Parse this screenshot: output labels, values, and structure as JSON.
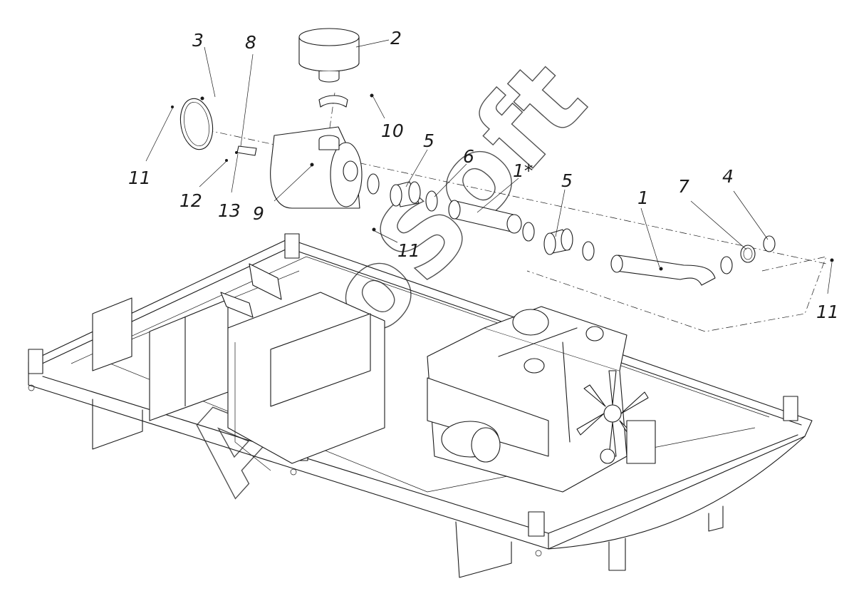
{
  "diagram": {
    "kind": "exploded assembly drawing",
    "callouts": [
      {
        "id": "c-1",
        "label": "1"
      },
      {
        "id": "c-1star",
        "label": "1*"
      },
      {
        "id": "c-2",
        "label": "2"
      },
      {
        "id": "c-3",
        "label": "3"
      },
      {
        "id": "c-4",
        "label": "4"
      },
      {
        "id": "c-5a",
        "label": "5"
      },
      {
        "id": "c-5b",
        "label": "5"
      },
      {
        "id": "c-6",
        "label": "6"
      },
      {
        "id": "c-7",
        "label": "7"
      },
      {
        "id": "c-8",
        "label": "8"
      },
      {
        "id": "c-9",
        "label": "9"
      },
      {
        "id": "c-10",
        "label": "10"
      },
      {
        "id": "c-11a",
        "label": "11"
      },
      {
        "id": "c-11b",
        "label": "11"
      },
      {
        "id": "c-11c",
        "label": "11"
      },
      {
        "id": "c-12",
        "label": "12"
      },
      {
        "id": "c-13",
        "label": "13"
      }
    ],
    "watermark": "AutoSoft",
    "colors": {
      "ink": "#1a1a1a",
      "paper": "#ffffff"
    }
  }
}
